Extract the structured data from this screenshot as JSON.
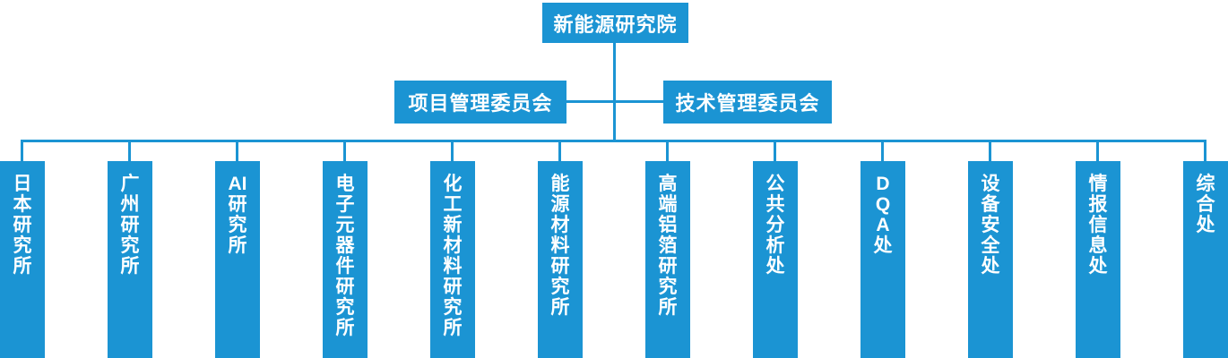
{
  "org_chart": {
    "root": {
      "label": "新能源研究院"
    },
    "committees": [
      {
        "label": "项目管理委员会"
      },
      {
        "label": "技术管理委员会"
      }
    ],
    "departments": [
      {
        "label": "日\n本\n研\n究\n所"
      },
      {
        "label": "广\n州\n研\n究\n所"
      },
      {
        "label": "AI\n研\n究\n所"
      },
      {
        "label": "电\n子\n元\n器\n件\n研\n究\n所"
      },
      {
        "label": "化\n工\n新\n材\n料\n研\n究\n所"
      },
      {
        "label": "能\n源\n材\n料\n研\n究\n所"
      },
      {
        "label": "高\n端\n铝\n箔\n研\n究\n所"
      },
      {
        "label": "公\n共\n分\n析\n处"
      },
      {
        "label": "D\nQ\nA\n处"
      },
      {
        "label": "设\n备\n安\n全\n处"
      },
      {
        "label": "情\n报\n信\n息\n处"
      },
      {
        "label": "综\n合\n处"
      }
    ],
    "colors": {
      "box_fill": "#1b94d3",
      "line": "#1b94d3",
      "text": "#ffffff"
    }
  }
}
